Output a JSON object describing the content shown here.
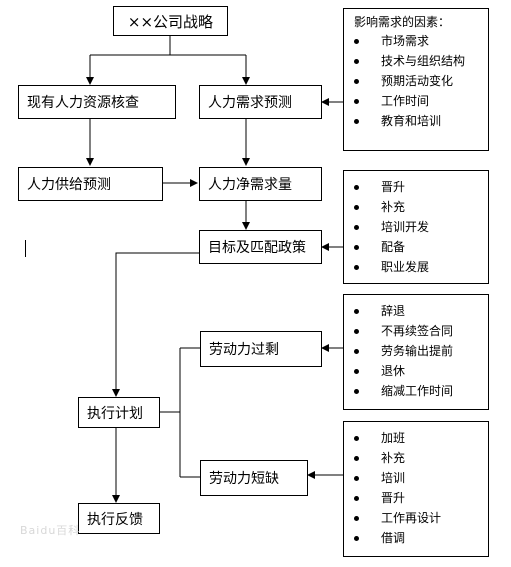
{
  "nodes": {
    "strategy": "××公司战略",
    "current_hr_check": "现有人力资源核查",
    "hr_demand_forecast": "人力需求预测",
    "hr_supply_forecast": "人力供给预测",
    "net_hr_demand": "人力净需求量",
    "goals_policies": "目标及匹配政策",
    "surplus": "劳动力过剩",
    "shortage": "劳动力短缺",
    "execute_plan": "执行计划",
    "feedback": "执行反馈"
  },
  "panels": {
    "demand_factors": {
      "title": "影响需求的因素：",
      "items": [
        "市场需求",
        "技术与组织结构",
        "预期活动变化",
        "工作时间",
        "教育和培训"
      ]
    },
    "policies": {
      "items": [
        "晋升",
        "补充",
        "培训开发",
        "配备",
        "职业发展"
      ]
    },
    "surplus_measures": {
      "items": [
        "辞退",
        "不再续签合同",
        "劳务输出提前",
        "退休",
        "缩减工作时间"
      ]
    },
    "shortage_measures": {
      "items": [
        "加班",
        "补充",
        "培训",
        "晋升",
        "工作再设计",
        "借调"
      ]
    }
  },
  "watermark": "Baidu百科"
}
